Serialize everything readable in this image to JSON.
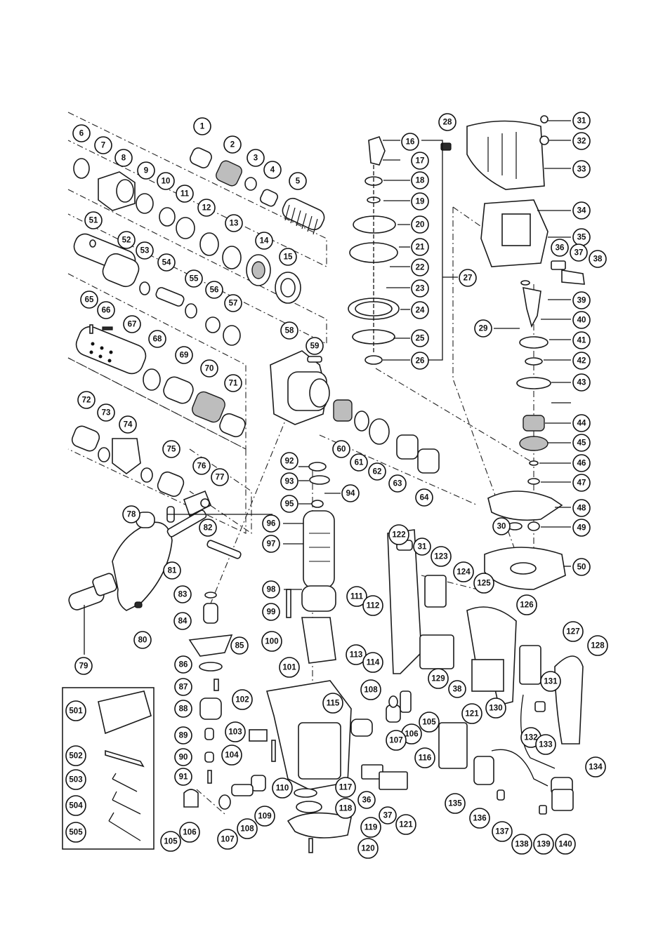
{
  "diagram": {
    "callouts": [
      "1",
      "2",
      "3",
      "4",
      "5",
      "6",
      "7",
      "8",
      "9",
      "10",
      "11",
      "12",
      "13",
      "14",
      "15",
      "16",
      "17",
      "18",
      "19",
      "20",
      "21",
      "22",
      "23",
      "24",
      "25",
      "26",
      "27",
      "28",
      "29",
      "30",
      "31",
      "32",
      "33",
      "34",
      "35",
      "36",
      "37",
      "38",
      "39",
      "40",
      "41",
      "42",
      "43",
      "44",
      "45",
      "46",
      "47",
      "48",
      "49",
      "50",
      "51",
      "52",
      "53",
      "54",
      "55",
      "56",
      "57",
      "58",
      "59",
      "60",
      "61",
      "62",
      "63",
      "64",
      "65",
      "66",
      "67",
      "68",
      "69",
      "70",
      "71",
      "72",
      "73",
      "74",
      "75",
      "76",
      "77",
      "78",
      "79",
      "80",
      "81",
      "82",
      "83",
      "84",
      "85",
      "86",
      "87",
      "88",
      "89",
      "90",
      "91",
      "92",
      "93",
      "94",
      "95",
      "96",
      "97",
      "98",
      "99",
      "100",
      "101",
      "102",
      "103",
      "104",
      "105",
      "106",
      "107",
      "108",
      "109",
      "110",
      "111",
      "112",
      "113",
      "114",
      "115",
      "116",
      "117",
      "118",
      "119",
      "120",
      "121",
      "122",
      "123",
      "124",
      "125",
      "126",
      "127",
      "128",
      "129",
      "130",
      "131",
      "132",
      "133",
      "134",
      "135",
      "136",
      "137",
      "138",
      "139",
      "140",
      "501",
      "502",
      "503",
      "504",
      "505"
    ]
  }
}
